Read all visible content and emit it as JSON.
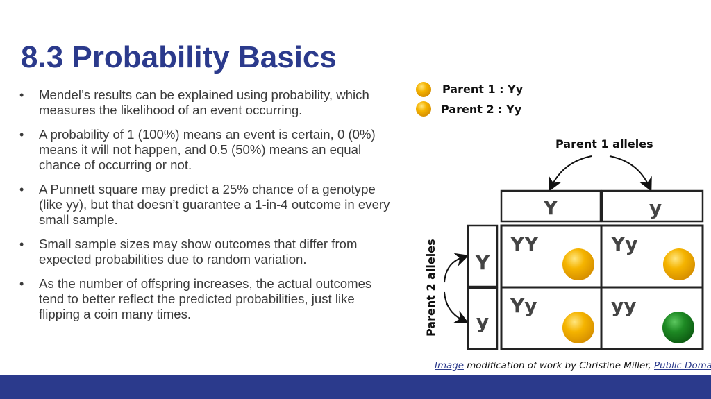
{
  "slide": {
    "title": "8.3 Probability Basics",
    "bullets": [
      "Mendel’s results can be explained using probability, which measures the likelihood of an event occurring.",
      "A probability of 1 (100%) means an event is certain, 0 (0%) means it will not happen, and 0.5 (50%) means an equal chance of occurring or not.",
      "A Punnett square may predict a 25% chance of a genotype (like yy), but that doesn’t guarantee a 1-in-4 outcome in every small sample.",
      "Small sample sizes may show outcomes that differ from expected probabilities due to random variation.",
      "As the number of offspring increases, the actual outcomes tend to better reflect the predicted probabilities, just like flipping a coin many times."
    ]
  },
  "diagram": {
    "legend": [
      {
        "label": "Parent 1 : Yy",
        "color": "#f5b400"
      },
      {
        "label": "Parent 2 : Yy",
        "color": "#f5b400"
      }
    ],
    "parent1_label": "Parent 1 alleles",
    "parent2_label": "Parent 2 alleles",
    "col_headers": [
      "Y",
      "y"
    ],
    "row_headers": [
      "Y",
      "y"
    ],
    "cells": [
      {
        "genotype": "YY",
        "seed": "yellow"
      },
      {
        "genotype": "Yy",
        "seed": "yellow"
      },
      {
        "genotype": "Yy",
        "seed": "yellow"
      },
      {
        "genotype": "yy",
        "seed": "green"
      }
    ],
    "colors": {
      "yellow_seed": "#f5b400",
      "green_seed": "#1e8a24"
    }
  },
  "caption": {
    "link1": "Image",
    "middle": " modification of work by Christine Miller, ",
    "link2": "Public Domain"
  },
  "colors": {
    "accent": "#2b3a8c"
  }
}
